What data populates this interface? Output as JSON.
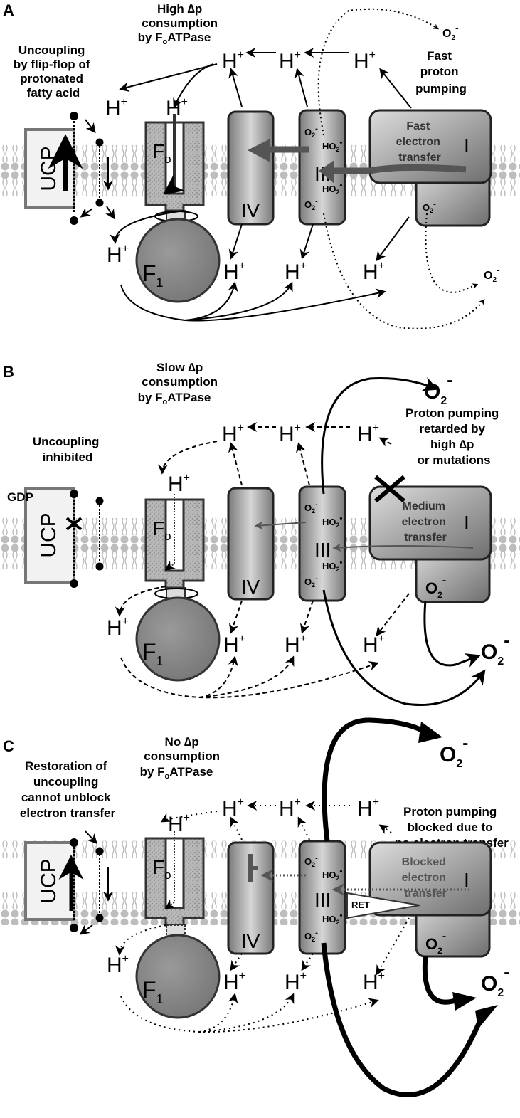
{
  "panels": [
    {
      "letter": "A",
      "consumption": [
        "High ∆p",
        "consumption",
        "by F",
        "o",
        "ATPase"
      ],
      "uncoupling": [
        "Uncoupling",
        "by flip-flop of",
        "protonated",
        "fatty acid"
      ],
      "pumping": [
        "Fast",
        "proton",
        "pumping"
      ],
      "transfer": [
        "Fast",
        "electron",
        "transfer"
      ]
    },
    {
      "letter": "B",
      "consumption": [
        "Slow ∆p",
        "consumption",
        "by F",
        "o",
        "ATPase"
      ],
      "uncoupling": [
        "Uncoupling",
        "inhibited"
      ],
      "gdp": "GDP",
      "pumping": [
        "Proton pumping",
        "retarded by",
        "high ∆p",
        "or mutations"
      ],
      "transfer": [
        "Medium",
        "electron",
        "transfer"
      ]
    },
    {
      "letter": "C",
      "consumption": [
        "No ∆p",
        "consumption",
        "by F",
        "o",
        "ATPase"
      ],
      "uncoupling": [
        "Restoration of",
        "uncoupling",
        "cannot unblock",
        "electron transfer"
      ],
      "pumping": [
        "Proton pumping",
        "blocked due to",
        "no electron transfer"
      ],
      "transfer": [
        "Blocked",
        "electron",
        "transfer"
      ],
      "ret": "RET"
    }
  ],
  "labels": {
    "ucp": "UCP",
    "fo_main": "F",
    "fo_sub": "o",
    "f1_main": "F",
    "f1_sub": "1",
    "complex_i": "I",
    "complex_iii": "III",
    "complex_iv": "IV",
    "h_main": "H",
    "h_sup": "+",
    "o2_main": "O",
    "o2_sub": "2",
    "o2_sup": "-",
    "ho2_main": "HO",
    "ho2_sub": "2",
    "ho2_sup": "•"
  },
  "colors": {
    "membrane": "#c0c0c0",
    "complex_fill": "#9a9a9a",
    "box_stroke": "#333333",
    "ucp_fill": "#f2f2f2",
    "arrow_gray": "#555555"
  }
}
